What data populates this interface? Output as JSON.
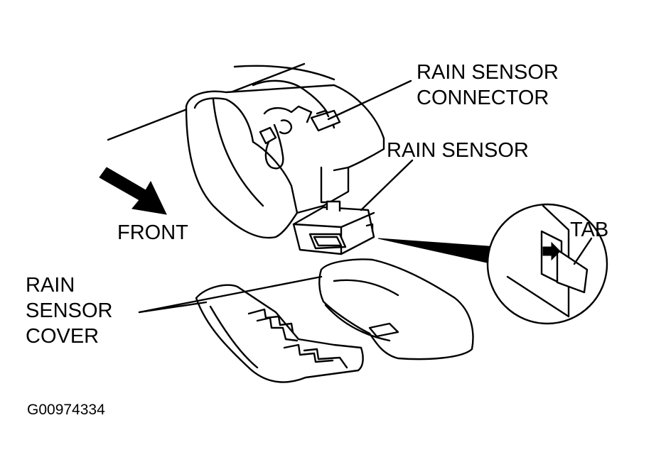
{
  "labels": {
    "rain_sensor_connector": [
      "RAIN SENSOR",
      "CONNECTOR"
    ],
    "rain_sensor": "RAIN SENSOR",
    "front": "FRONT",
    "tab": "TAB",
    "rain_sensor_cover": [
      "RAIN",
      "SENSOR",
      "COVER"
    ]
  },
  "figure_id": "G00974334",
  "colors": {
    "line": "#000000",
    "background": "#ffffff"
  }
}
